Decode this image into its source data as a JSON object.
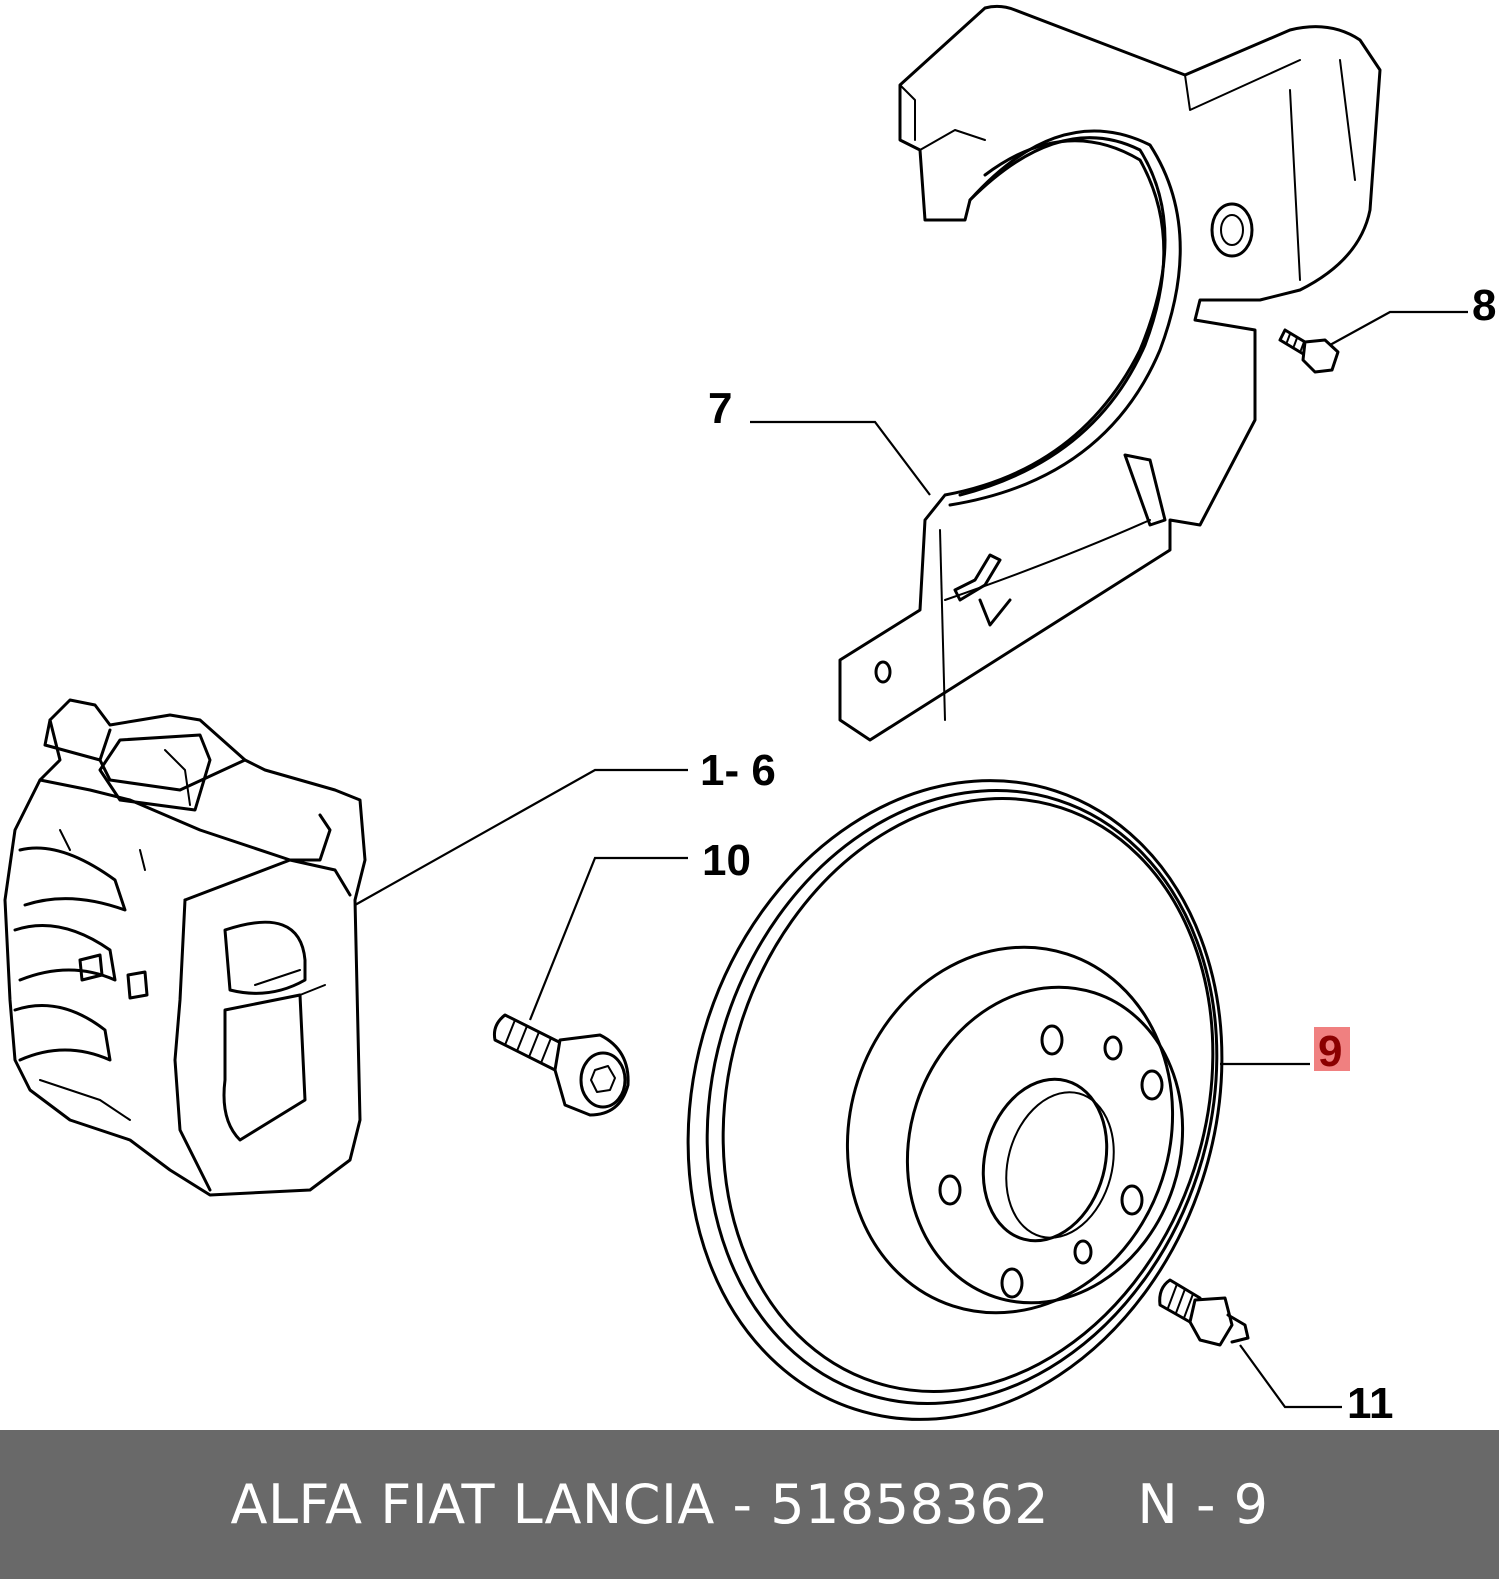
{
  "callouts": {
    "caliper": "1- 6",
    "shield": "7",
    "shield_bolt": "8",
    "disc": "9",
    "caliper_bolt": "10",
    "disc_screw": "11"
  },
  "highlight_color": "#f08080",
  "footer": {
    "brand": "ALFA FIAT LANCIA",
    "separator": " - ",
    "part_number": "51858362",
    "gap": "     ",
    "ref": "N - 9"
  },
  "footer_background": "#696969"
}
